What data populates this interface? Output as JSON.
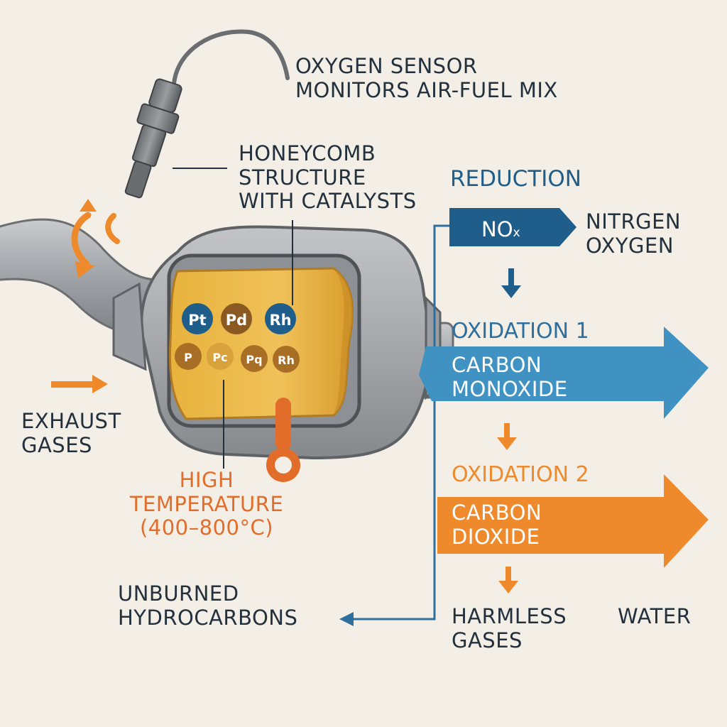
{
  "colors": {
    "background": "#f4efe6",
    "text_dark": "#22313d",
    "reduction_blue": "#1f5d8a",
    "oxidation_blue": "#3f92c2",
    "oxidation_orange": "#ee8a2c",
    "accent_orange": "#e26d2b",
    "catalyst_yellow": "#e9b642",
    "metal_gray": "#a7a9ad",
    "connector_blue": "#2f6f9e"
  },
  "icons": [
    "oxygen-sensor-icon",
    "thermometer-icon",
    "flow-arrow-icon"
  ],
  "sensor": {
    "line1": "OXYGEN SENSOR",
    "line2": "MONITORS AIR-FUEL MIX"
  },
  "honeycomb": {
    "line1": "HONEYCOMB",
    "line2": "STRUCTURE",
    "line3": "WITH CATALYSTS"
  },
  "catalysts": {
    "row1": [
      "Pt",
      "Pd",
      "Rh"
    ],
    "row2": [
      "P",
      "Pc",
      "Pq",
      "Rh"
    ]
  },
  "exhaust": {
    "line1": "EXHAUST",
    "line2": "GASES"
  },
  "temperature": {
    "line1": "HIGH",
    "line2": "TEMPERATURE",
    "line3": "(400–800°C)"
  },
  "reduction": {
    "title": "REDUCTION",
    "input_main": "NO",
    "input_sub": "x",
    "output_line1": "NITRGEN",
    "output_line2": "OXYGEN"
  },
  "oxidation1": {
    "title": "OXIDATION 1",
    "line1": "CARBON",
    "line2": "MONOXIDE"
  },
  "oxidation2": {
    "title": "OXIDATION 2",
    "line1": "CARBON",
    "line2": "DIOXIDE"
  },
  "unburned": {
    "line1": "UNBURNED",
    "line2": "HYDROCARBONS"
  },
  "harmless": {
    "line1": "HARMLESS",
    "line2": "GASES"
  },
  "water": "WATER"
}
